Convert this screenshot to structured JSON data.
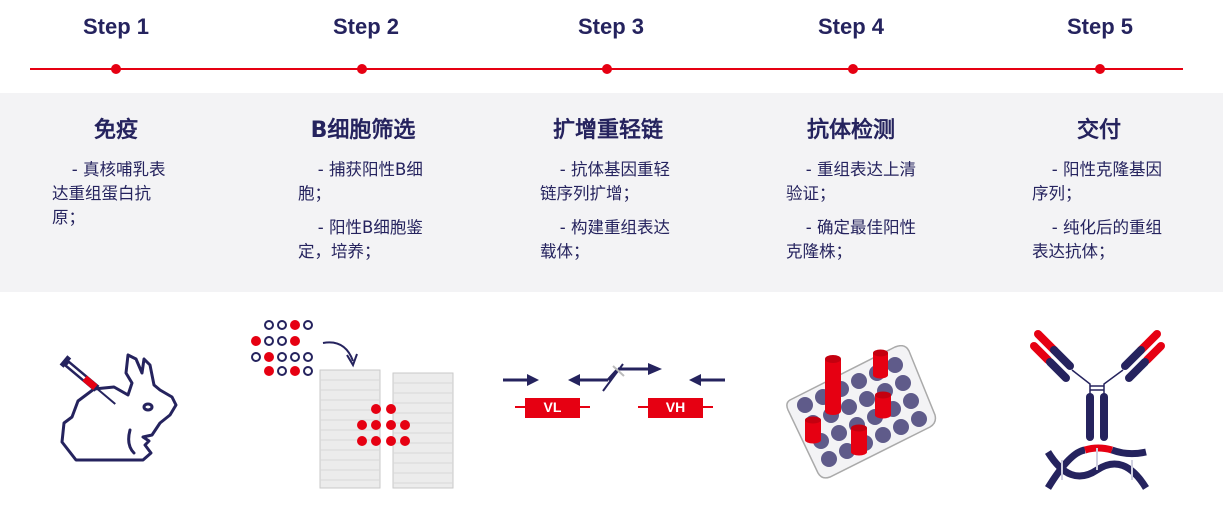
{
  "timeline": {
    "color": "#e60012",
    "steps": [
      {
        "label": "Step 1"
      },
      {
        "label": "Step 2"
      },
      {
        "label": "Step 3"
      },
      {
        "label": "Step 4"
      },
      {
        "label": "Step 5"
      }
    ]
  },
  "columns": [
    {
      "title": "免疫",
      "items": [
        "- 真核哺乳表达重组蛋白抗原；"
      ],
      "icon": "rabbit-injection-icon"
    },
    {
      "title": "B细胞筛选",
      "items": [
        "- 捕获阳性B细胞；",
        "- 阳性B细胞鉴定，培养；"
      ],
      "icon": "cell-plate-screening-icon"
    },
    {
      "title": "扩增重轻链",
      "items": [
        "- 抗体基因重轻链序列扩增；",
        "- 构建重组表达载体；"
      ],
      "icon": "vl-vh-amplification-icon",
      "labels": {
        "vl": "VL",
        "vh": "VH"
      }
    },
    {
      "title": "抗体检测",
      "items": [
        "- 重组表达上清验证；",
        "- 确定最佳阳性克隆株；"
      ],
      "icon": "well-plate-assay-icon"
    },
    {
      "title": "交付",
      "items": [
        "- 阳性克隆基因序列；",
        "- 纯化后的重组表达抗体；"
      ],
      "icon": "antibody-dna-icon"
    }
  ],
  "colors": {
    "navy": "#25235e",
    "red": "#e60012",
    "band": "#f3f3f5",
    "well": "#5f5b8a"
  }
}
